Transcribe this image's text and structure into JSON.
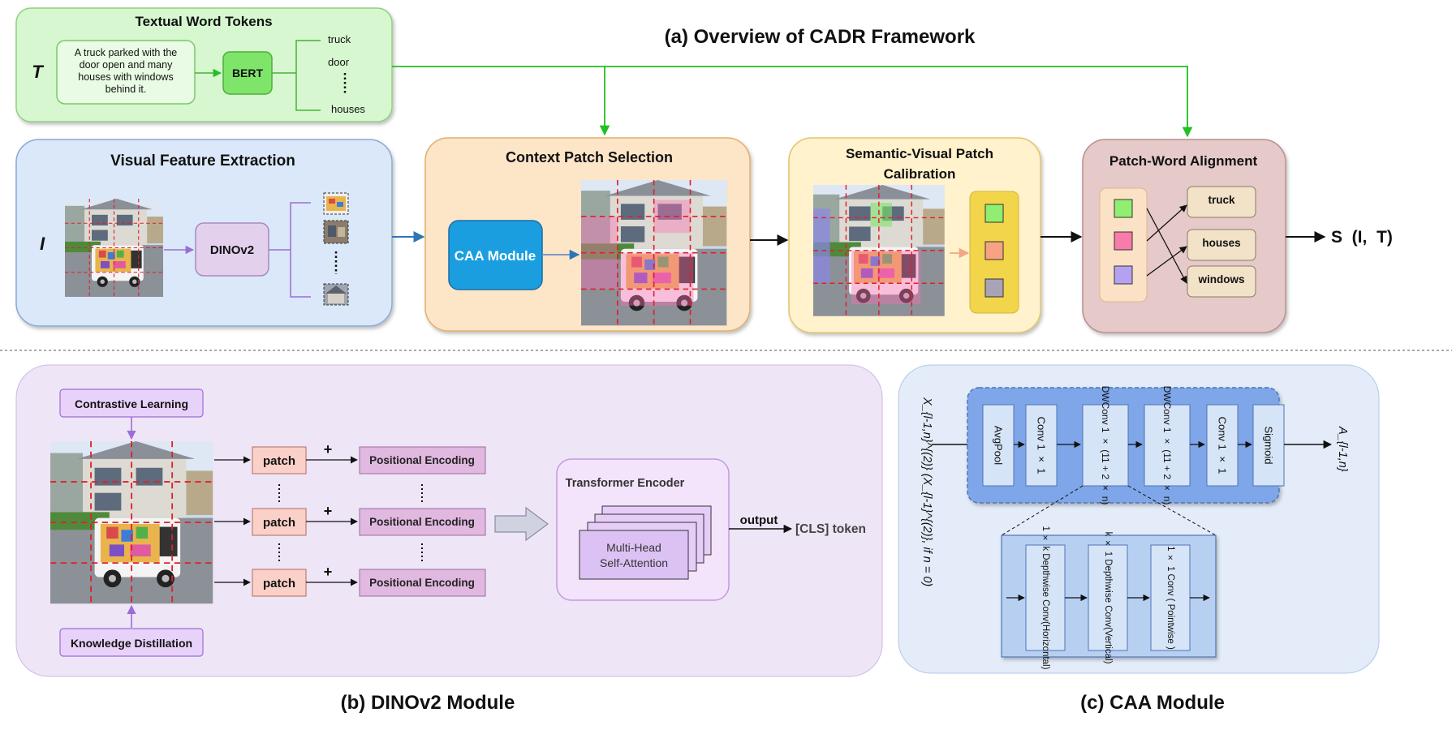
{
  "titles": {
    "overview": "(a) Overview of  CADR Framework",
    "dinov2": "(b) DINOv2 Module",
    "caa": "(c) CAA Module"
  },
  "text_tokens": {
    "title": "Textual Word Tokens",
    "input_symbol": "T",
    "sentence": [
      "A truck parked with the",
      "door open and many",
      "houses with windows",
      "behind it."
    ],
    "encoder": "BERT",
    "tokens": [
      "truck",
      "door",
      "houses"
    ]
  },
  "visual_feature": {
    "title": "Visual Feature Extraction",
    "input_symbol": "I",
    "encoder": "DINOv2"
  },
  "context_patch": {
    "title": "Context Patch Selection",
    "module": "CAA Module"
  },
  "calibration": {
    "title_lines": [
      "Semantic-Visual Patch",
      "Calibration"
    ]
  },
  "alignment": {
    "title": "Patch-Word Alignment",
    "words": [
      "truck",
      "houses",
      "windows"
    ],
    "output": "S  (I,  T)"
  },
  "dinov2_module": {
    "top_box": "Contrastive Learning",
    "bottom_box": "Knowledge Distillation",
    "patch_label": "patch",
    "plus": "+",
    "pos_enc": "Positional Encoding",
    "encoder_title": "Transformer Encoder",
    "attention": [
      "Multi-Head",
      "Self-Attention"
    ],
    "output_label": "output",
    "cls": "[CLS] token"
  },
  "caa_module": {
    "input_label": "X_{l-1,n}^{(2)} (X_{l-1}^{(2)}, if n = 0)",
    "output_label": "A_{l-1,n}",
    "blocks": [
      "AvgPool",
      "Conv 1 × 1",
      "DWConv 1 × (11 + 2 × n)",
      "DWConv 1 × (11 + 2 × n)",
      "Conv 1 × 1",
      "Sigmoid"
    ],
    "detail_blocks": [
      "1 × k Depthwise Conv(Horizontal)",
      "k × 1 Depthwise Conv(Vertical)",
      "1 × 1 Conv ( Pointwise )"
    ]
  },
  "colors": {
    "green_panel": "#d6f7cf",
    "blue_panel": "#dbe8f9",
    "orange_panel": "#fde5c8",
    "yellow_panel": "#fff2cc",
    "rose_panel": "#e6c9c9",
    "lavender_panel": "#eee5f7",
    "caa_panel": "#e3ecf8",
    "caa_blue": "#7ea6e8",
    "arrow_green": "#22c022"
  }
}
